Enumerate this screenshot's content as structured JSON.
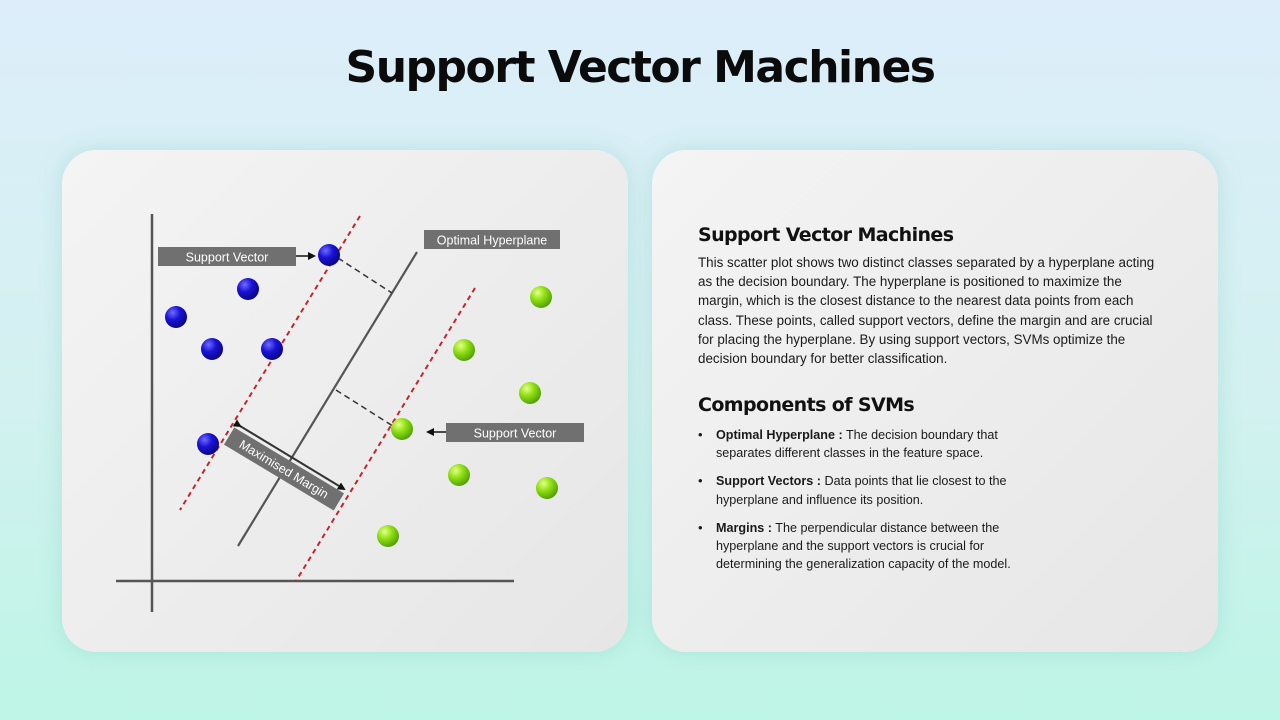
{
  "title": "Support Vector Machines",
  "diagram": {
    "labels": {
      "support_vector_left": "Support Vector",
      "support_vector_right": "Support Vector",
      "optimal_hyperplane": "Optimal Hyperplane",
      "maximised_margin": "Maximised Margin"
    },
    "colors": {
      "class_a": "#1a12d6",
      "class_b": "#8ee012",
      "margin_line": "#c0272d",
      "hyperplane": "#555555",
      "label_bg": "#707070"
    }
  },
  "description": {
    "heading": "Support Vector Machines",
    "text": "This scatter plot shows two distinct classes separated by a hyperplane acting as the decision boundary. The hyperplane is positioned to maximize the margin, which is the closest distance to the nearest data points from each class. These points, called support vectors, define the margin and are crucial for placing the hyperplane. By using support vectors, SVMs optimize the decision boundary for better classification."
  },
  "components": {
    "heading": "Components of SVMs",
    "items": [
      {
        "term": "Optimal Hyperplane :",
        "text": " The decision boundary that separates different classes in the feature space."
      },
      {
        "term": "Support Vectors :",
        "text": " Data points that lie closest to the hyperplane and influence its position."
      },
      {
        "term": "Margins :",
        "text": " The perpendicular distance between the hyperplane and the support vectors is crucial for determining the generalization capacity of the model."
      }
    ]
  }
}
